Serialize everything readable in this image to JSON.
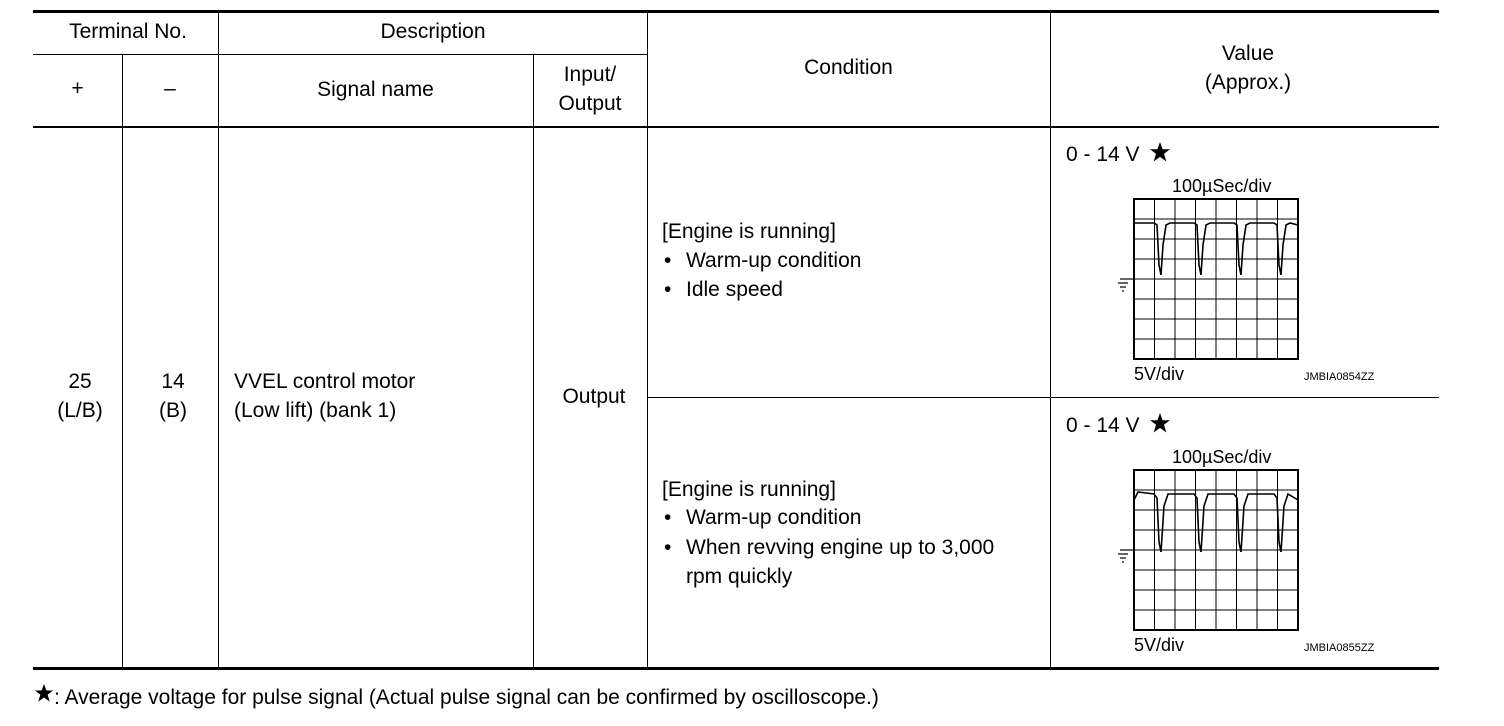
{
  "header": {
    "terminal_no": "Terminal No.",
    "plus": "+",
    "minus": "–",
    "description": "Description",
    "signal_name": "Signal name",
    "input_output_1": "Input/",
    "input_output_2": "Output",
    "condition": "Condition",
    "value_1": "Value",
    "value_2": "(Approx.)"
  },
  "row": {
    "plus_terminal": "25",
    "plus_color": "(L/B)",
    "minus_terminal": "14",
    "minus_color": "(B)",
    "signal_line1": "VVEL control motor",
    "signal_line2": "(Low lift) (bank 1)",
    "io": "Output",
    "conditions": [
      {
        "heading": "[Engine is running]",
        "bullets": [
          "Warm-up condition",
          "Idle speed"
        ],
        "value": "0 - 14 V",
        "time_div": "100µSec/div",
        "volt_div": "5V/div",
        "figure_id": "JMBIA0854ZZ"
      },
      {
        "heading": "[Engine is running]",
        "bullets": [
          "Warm-up condition",
          "When revving engine up to 3,000",
          "rpm quickly"
        ],
        "value": "0 - 14 V",
        "time_div": "100µSec/div",
        "volt_div": "5V/div",
        "figure_id": "JMBIA0855ZZ"
      }
    ]
  },
  "footnote": ": Average voltage for pulse signal (Actual pulse signal can be confirmed by oscilloscope.)",
  "icons": {
    "star": "star-icon",
    "ground": "ground-icon"
  }
}
